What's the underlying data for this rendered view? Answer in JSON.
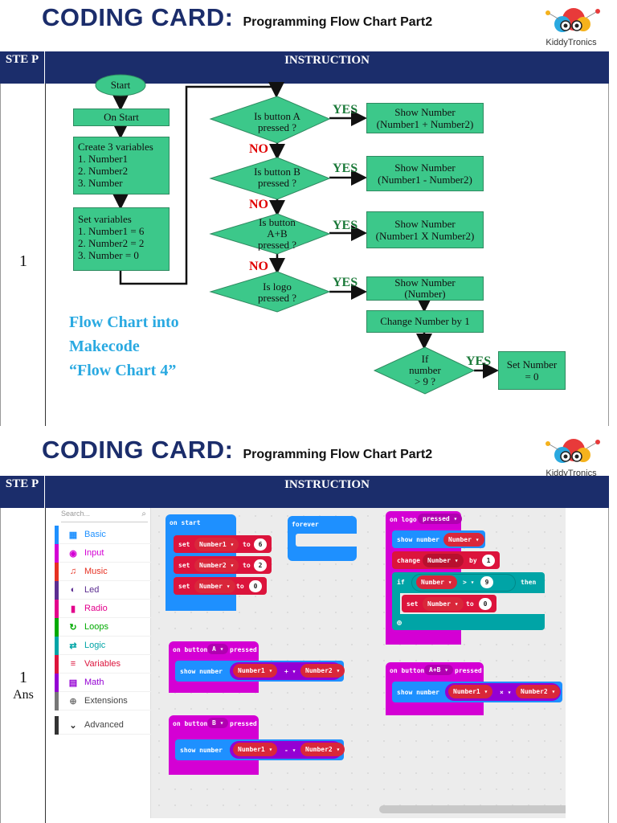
{
  "card_title": "CODING CARD:",
  "card_subtitle": "Programming Flow Chart Part2",
  "logo_text": "KiddyTronics",
  "table_header": {
    "step": "STE P",
    "instruction": "INSTRUCTION"
  },
  "card1": {
    "step_number": "1",
    "flowchart": {
      "start": "Start",
      "on_start": "On Start",
      "create_vars": [
        "Create 3 variables",
        "1. Number1",
        "2. Number2",
        "3. Number"
      ],
      "set_vars": [
        "Set variables",
        "1. Number1 = 6",
        "2. Number2 = 2",
        "3. Number = 0"
      ],
      "decisions": [
        [
          "Is button A",
          "pressed ?"
        ],
        [
          "Is button B",
          "pressed ?"
        ],
        [
          "Is button",
          "A+B",
          "pressed ?"
        ],
        [
          "Is logo",
          "pressed ?"
        ],
        [
          "If",
          "number",
          "> 9 ?"
        ]
      ],
      "actions": [
        [
          "Show Number",
          "(Number1 + Number2)"
        ],
        [
          "Show Number",
          "(Number1 - Number2)"
        ],
        [
          "Show Number",
          "(Number1 X Number2)"
        ],
        [
          "Show Number",
          "(Number)"
        ],
        [
          "Change Number by 1"
        ],
        [
          "Set Number",
          "= 0"
        ]
      ],
      "yes": "YES",
      "no": "NO"
    },
    "note": [
      "Flow Chart into",
      "Makecode",
      "“Flow Chart 4”"
    ]
  },
  "card2": {
    "step_number": "1",
    "step_sub": "Ans",
    "makecode": {
      "search_placeholder": "Search...",
      "categories": [
        {
          "label": "Basic",
          "color": "#1e90ff",
          "icon": "grid-icon",
          "glyph": "▦"
        },
        {
          "label": "Input",
          "color": "#d400d4",
          "icon": "input-icon",
          "glyph": "◉"
        },
        {
          "label": "Music",
          "color": "#e63022",
          "icon": "headphones-icon",
          "glyph": "♫"
        },
        {
          "label": "Led",
          "color": "#5c2d91",
          "icon": "toggle-icon",
          "glyph": "◐"
        },
        {
          "label": "Radio",
          "color": "#e3008c",
          "icon": "signal-icon",
          "glyph": "▮"
        },
        {
          "label": "Loops",
          "color": "#00aa00",
          "icon": "loop-icon",
          "glyph": "↻"
        },
        {
          "label": "Logic",
          "color": "#00a4a6",
          "icon": "shuffle-icon",
          "glyph": "⇄"
        },
        {
          "label": "Variables",
          "color": "#dc143c",
          "icon": "list-icon",
          "glyph": "≡"
        },
        {
          "label": "Math",
          "color": "#9400d3",
          "icon": "calculator-icon",
          "glyph": "▤"
        },
        {
          "label": "Extensions",
          "color": "#777777",
          "icon": "plus-icon",
          "glyph": "⊕"
        },
        {
          "label": "Advanced",
          "color": "#333333",
          "icon": "chevron-down-icon",
          "glyph": "⌄"
        }
      ],
      "blocks": {
        "on_start": "on start",
        "forever": "forever",
        "set": "set",
        "to": "to",
        "show_number": "show number",
        "change": "change",
        "by": "by",
        "if": "if",
        "then": "then",
        "on_button": "on button",
        "pressed": "pressed",
        "on_logo": "on logo",
        "logo_event": "pressed ▾",
        "var_number1": "Number1 ▾",
        "var_number2": "Number2 ▾",
        "var_number": "Number ▾",
        "btn_a": "A ▾",
        "btn_b": "B ▾",
        "btn_ab": "A+B ▾",
        "op_plus": "+ ▾",
        "op_minus": "- ▾",
        "op_times": "× ▾",
        "op_gt": "> ▾",
        "val_6": "6",
        "val_2": "2",
        "val_0": "0",
        "val_1": "1",
        "val_9": "9"
      },
      "colors": {
        "events": "#d400d4",
        "basic": "#1e90ff",
        "variables": "#dc143c",
        "logic": "#00a4a6"
      }
    }
  }
}
